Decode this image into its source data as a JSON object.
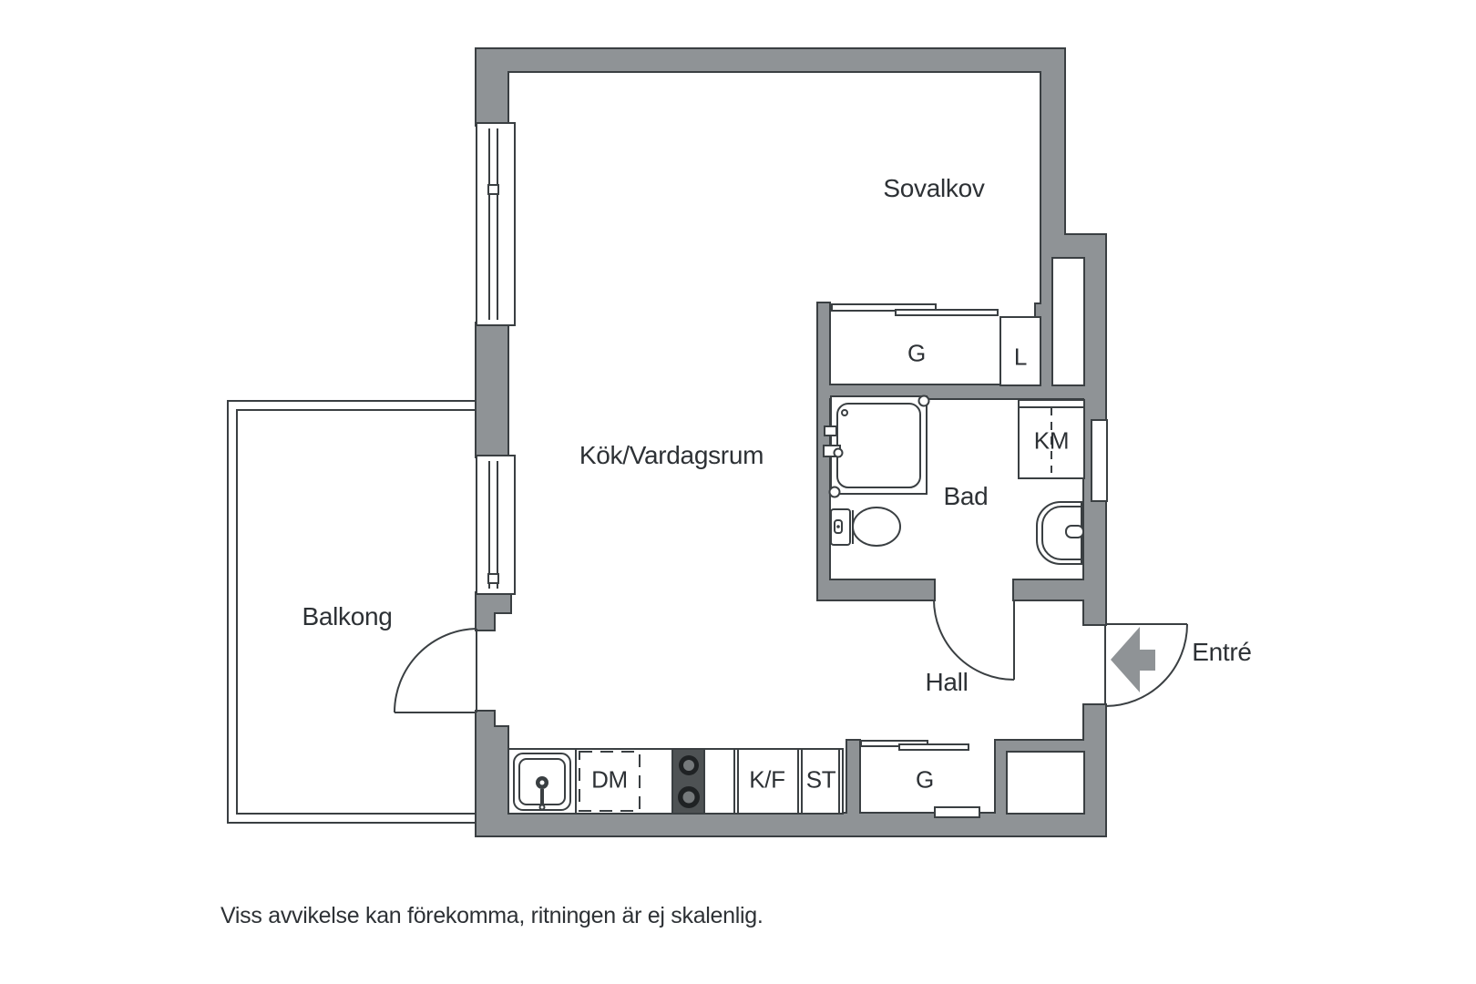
{
  "colors": {
    "wall": "#8f9396",
    "outline": "#3a3f42",
    "text": "#2d3135",
    "stove": "#4e5254",
    "background": "#ffffff"
  },
  "rooms": {
    "balcony": "Balkong",
    "kitchen_living": "Kök/Vardagsrum",
    "sleeping_alcove": "Sovalkov",
    "bathroom": "Bad",
    "hall": "Hall",
    "entrance": "Entré"
  },
  "fixtures": {
    "wardrobe_upper": "G",
    "linen_closet": "L",
    "washing_machine": "KM",
    "dishwasher": "DM",
    "fridge_freezer": "K/F",
    "tall_cabinet": "ST",
    "wardrobe_hall": "G"
  },
  "footer": {
    "disclaimer": "Viss avvikelse kan förekomma, ritningen är ej skalenlig."
  }
}
